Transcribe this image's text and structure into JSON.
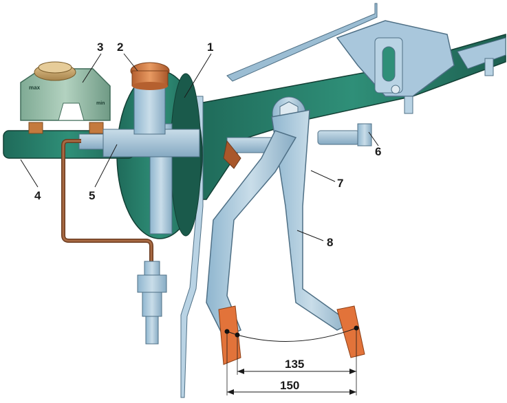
{
  "diagram": {
    "callouts": [
      {
        "id": "1",
        "label": "1"
      },
      {
        "id": "2",
        "label": "2"
      },
      {
        "id": "3",
        "label": "3"
      },
      {
        "id": "4",
        "label": "4"
      },
      {
        "id": "5",
        "label": "5"
      },
      {
        "id": "6",
        "label": "6"
      },
      {
        "id": "7",
        "label": "7"
      },
      {
        "id": "8",
        "label": "8"
      }
    ],
    "reservoir_marks": {
      "max": "max",
      "min": "min"
    },
    "dimensions": {
      "short_travel": "135",
      "long_travel": "150"
    }
  }
}
